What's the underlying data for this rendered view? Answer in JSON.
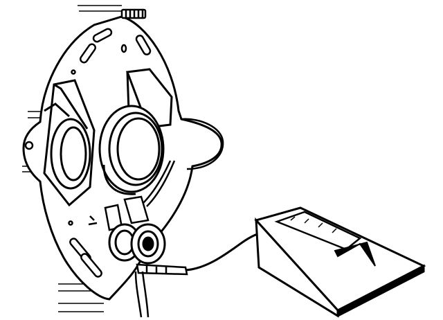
{
  "figure": {
    "subject": "stator-plate-continuity-test",
    "stroke_color": "#000000",
    "fill_color": "#ffffff",
    "shadow_color": "#000000",
    "components": [
      "mounting-plate",
      "exciter-coil-left",
      "exciter-coil-right",
      "center-bolt",
      "mounting-stud",
      "test-lead-wire",
      "continuity-meter"
    ]
  }
}
